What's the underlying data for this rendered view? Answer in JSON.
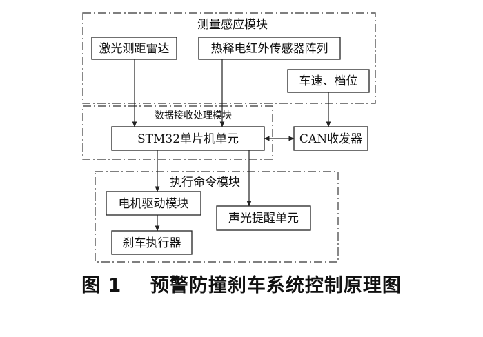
{
  "groups": {
    "sensing": "测量感应模块",
    "receiving": "数据接收处理模块",
    "executing": "执行命令模块"
  },
  "nodes": {
    "lidar": "激光测距雷达",
    "thermal": "热释电红外传感器阵列",
    "speed_gear": "车速、档位",
    "mcu": "STM32单片机单元",
    "can": "CAN收发器",
    "motor": "电机驱动模块",
    "alarm": "声光提醒单元",
    "brake": "刹车执行器"
  },
  "caption": {
    "number": "图 1",
    "title": "预警防撞刹车系统控制原理图"
  }
}
